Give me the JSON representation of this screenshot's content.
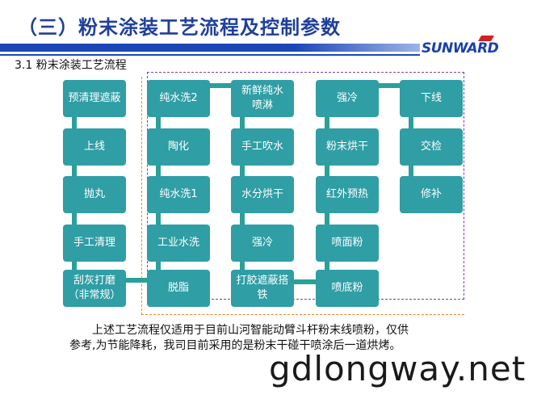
{
  "header": {
    "title": "（三）粉末涂装工艺流程及控制参数",
    "logo_text": "SUNWARD"
  },
  "section": {
    "heading": "3.1 粉末涂装工艺流程"
  },
  "flow": {
    "col1": [
      "预清理遮蔽",
      "上线",
      "抛丸",
      "手工清理",
      "刮灰打磨\n（非常规）"
    ],
    "col2": [
      "纯水洗2",
      "陶化",
      "纯水洗1",
      "工业水洗",
      "脱脂"
    ],
    "col3": [
      "新鲜纯水\n喷淋",
      "手工吹水",
      "水分烘干",
      "强冷",
      "打胶遮蔽搭\n铁"
    ],
    "col4": [
      "强冷",
      "粉末烘干",
      "红外预热",
      "喷面粉",
      "喷底粉"
    ],
    "col5": [
      "下线",
      "交检",
      "修补"
    ]
  },
  "note": {
    "line1": "上述工艺流程仅适用于目前山河智能动臂斗杆粉末线喷粉，仅供",
    "line2": "参考,为节能降耗，我司目前采用的是粉末干碰干喷涂后一道烘烤。"
  },
  "watermark": "gdlongway.net",
  "colors": {
    "box": "#2f9ea5",
    "title": "#1f3f9c",
    "bar": "#1a46b8",
    "dash_violet": "#7a3fb0",
    "dash_orange": "#f08a22"
  }
}
